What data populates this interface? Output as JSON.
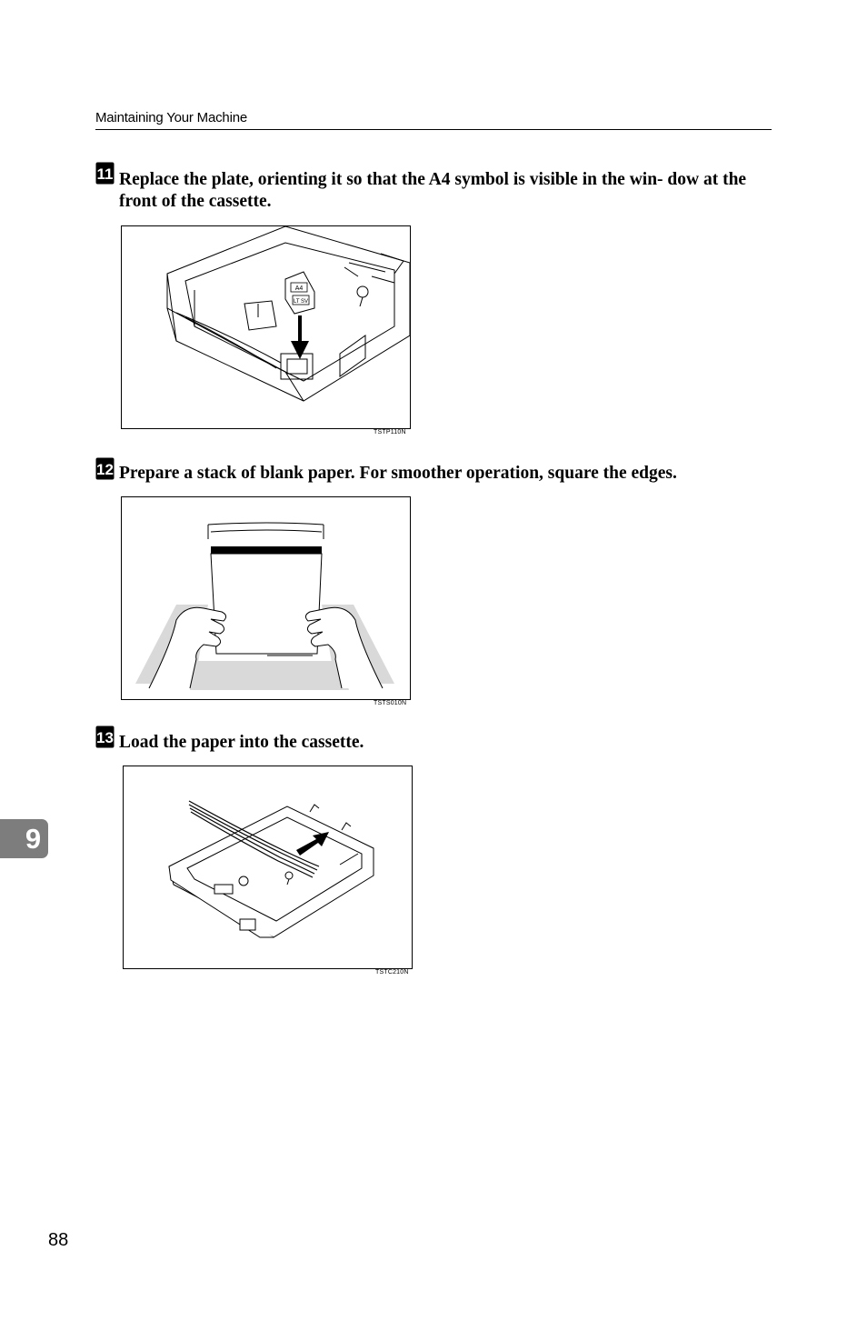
{
  "header": {
    "title": "Maintaining Your Machine"
  },
  "steps": [
    {
      "number": "11",
      "text": "Replace the plate, orienting it so that the A4 symbol is visible in the win- dow at the front of the cassette.",
      "figure_code": "TSTP110N",
      "plate_label_1": "A4",
      "plate_label_2": "LT SV"
    },
    {
      "number": "12",
      "text": "Prepare a stack of blank paper. For smoother operation, square the edges.",
      "figure_code": "TSTS010N"
    },
    {
      "number": "13",
      "text": "Load the paper into the cassette.",
      "figure_code": "TSTC210N"
    }
  ],
  "chapter_tab": "9",
  "page_number": "88"
}
